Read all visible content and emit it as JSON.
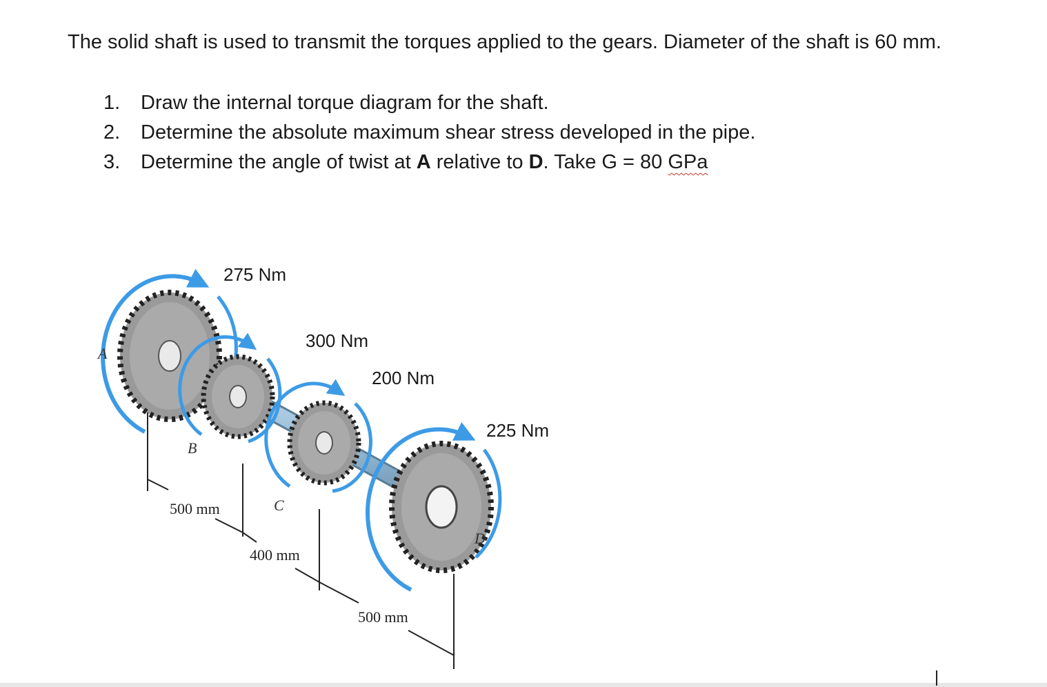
{
  "problem": {
    "intro": "The solid shaft is used to transmit the torques applied to the gears. Diameter of the shaft is 60 mm.",
    "tasks": [
      {
        "num": "1.",
        "text": "Draw the internal torque diagram for the shaft."
      },
      {
        "num": "2.",
        "text": "Determine the absolute maximum shear stress developed in the pipe."
      },
      {
        "num": "3.",
        "pre": "Determine the angle of twist at ",
        "bold1": "A",
        "mid": " relative to ",
        "bold2": "D",
        "post": ". Take G = 80 ",
        "unit": "GPa"
      }
    ]
  },
  "figure": {
    "torques": {
      "t1": "275 Nm",
      "t2": "300 Nm",
      "t3": "200 Nm",
      "t4": "225 Nm"
    },
    "points": {
      "a": "A",
      "b": "B",
      "c": "C",
      "d": "D"
    },
    "dims": {
      "ab": "500 mm",
      "bc": "400 mm",
      "cd": "500 mm"
    },
    "colors": {
      "arrow": "#3d9be6",
      "gear": "#9a9a9a",
      "shaft": "#9fc3dd"
    }
  }
}
